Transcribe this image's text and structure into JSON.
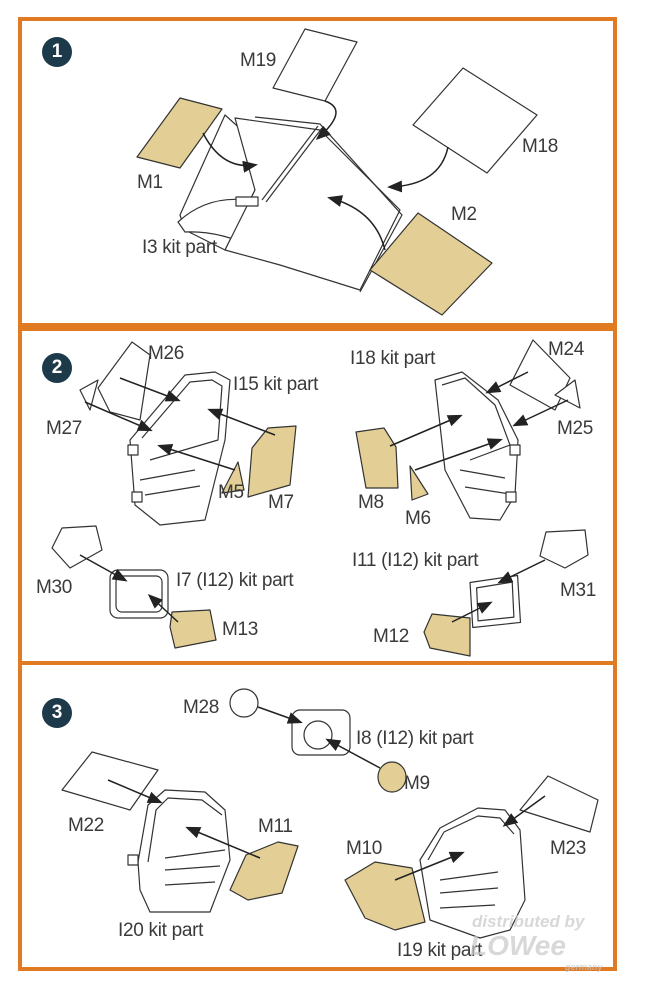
{
  "steps": [
    {
      "number": "1",
      "labels": {
        "m19": "M19",
        "m18": "M18",
        "m1": "M1",
        "m2": "M2",
        "kit": "I3 kit part"
      }
    },
    {
      "number": "2",
      "labels": {
        "m26": "M26",
        "i15": "I15 kit part",
        "m27": "M27",
        "m5": "M5",
        "m7": "M7",
        "i18": "I18 kit part",
        "m24": "M24",
        "m25": "M25",
        "m8": "M8",
        "m6": "M6",
        "m30": "M30",
        "i7": "I7 (I12) kit part",
        "m13": "M13",
        "i11": "I11 (I12) kit part",
        "m31": "M31",
        "m12": "M12"
      }
    },
    {
      "number": "3",
      "labels": {
        "m28": "M28",
        "i8": "I8 (I12) kit part",
        "m9": "M9",
        "m22": "M22",
        "m11": "M11",
        "m10": "M10",
        "m23": "M23",
        "i20": "I20 kit part",
        "i19": "I19 kit part"
      }
    }
  ],
  "watermark": {
    "line1": "distributed by",
    "line2": "LOWee",
    "line3": "germany"
  },
  "colors": {
    "frame": "#e07b24",
    "badge": "#1c3a4a",
    "mask_tan": "#e3cf95",
    "line": "#333333"
  }
}
